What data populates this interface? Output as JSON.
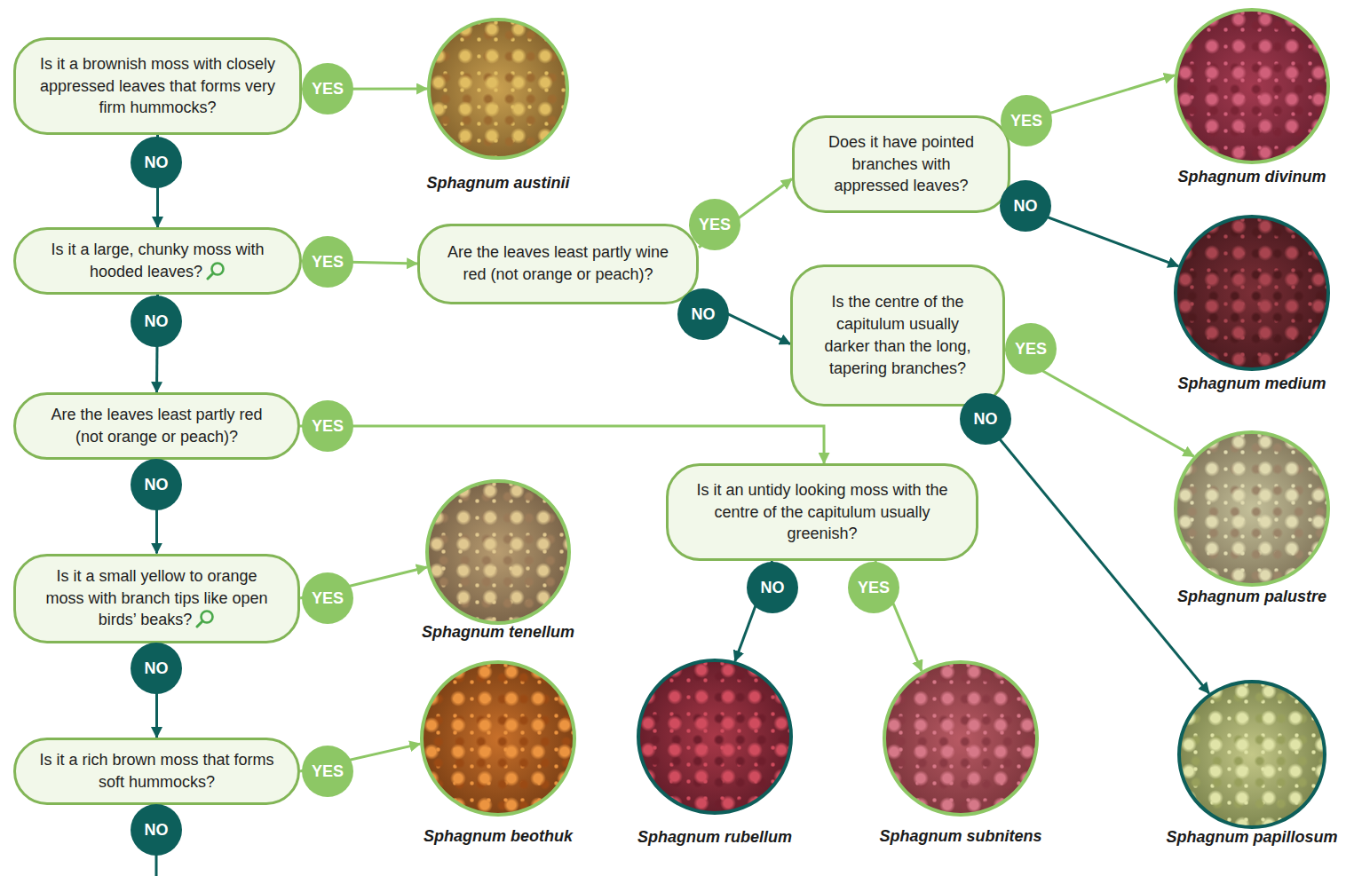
{
  "diagram": {
    "nodes": [
      {
        "text": [
          "Is it a brownish moss with closely appressed leaves that forms very firm hummocks?"
        ]
      },
      {
        "text": [
          "Sphagnum austinii"
        ]
      },
      {
        "text": [
          "Is it a large, chunky moss with hooded leaves?"
        ]
      },
      {
        "text": [
          "Are the leaves least partly wine red (not orange or peach)?"
        ]
      },
      {
        "text": [
          "Does it have pointed branches with appressed leaves?"
        ]
      },
      {
        "text": [
          "Sphagnum divinum"
        ]
      },
      {
        "text": [
          "Sphagnum medium"
        ]
      },
      {
        "text": [
          "Is the centre of the capitulum usually darker than the long, tapering branches?"
        ]
      },
      {
        "text": [
          "Sphagnum palustre"
        ]
      },
      {
        "text": [
          "Are the leaves least partly red (not orange or peach)?"
        ]
      },
      {
        "text": [
          "Is it an untidy looking moss with the centre of the capitulum usually greenish?"
        ]
      },
      {
        "text": [
          "Sphagnum rubellum"
        ]
      },
      {
        "text": [
          "Sphagnum subnitens"
        ]
      },
      {
        "text": [
          "Sphagnum papillosum"
        ]
      },
      {
        "text": [
          "Is it a small yellow to orange moss with branch tips like open birds’ beaks?"
        ]
      },
      {
        "text": [
          "Sphagnum tenellum"
        ]
      },
      {
        "text": [
          "Is it a rich brown moss that forms soft hummocks?"
        ]
      },
      {
        "text": [
          "Sphagnum beothuk"
        ]
      }
    ],
    "edges": [
      {
        "from": 0,
        "to": 1,
        "label": "YES",
        "arrow": "to"
      },
      {
        "from": 0,
        "to": 2,
        "label": "NO",
        "arrow": "to"
      },
      {
        "from": 2,
        "to": 3,
        "label": "YES",
        "arrow": "to"
      },
      {
        "from": 3,
        "to": 4,
        "label": "YES",
        "arrow": "to"
      },
      {
        "from": 4,
        "to": 5,
        "label": "YES",
        "arrow": "to"
      },
      {
        "from": 4,
        "to": 6,
        "label": "NO",
        "arrow": "to"
      },
      {
        "from": 3,
        "to": 7,
        "label": "NO",
        "arrow": "to"
      },
      {
        "from": 7,
        "to": 8,
        "label": "YES",
        "arrow": "to"
      },
      {
        "from": 7,
        "to": 13,
        "label": "NO",
        "arrow": "to"
      },
      {
        "from": 2,
        "to": 9,
        "label": "NO",
        "arrow": "to"
      },
      {
        "from": 9,
        "to": 10,
        "label": "YES",
        "arrow": "to"
      },
      {
        "from": 10,
        "to": 11,
        "label": "NO",
        "arrow": "to"
      },
      {
        "from": 10,
        "to": 12,
        "label": "YES",
        "arrow": "to"
      },
      {
        "from": 9,
        "to": 14,
        "label": "NO",
        "arrow": "to"
      },
      {
        "from": 14,
        "to": 15,
        "label": "YES",
        "arrow": "to"
      },
      {
        "from": 14,
        "to": 16,
        "label": "NO",
        "arrow": "to"
      },
      {
        "from": 16,
        "to": 17,
        "label": "YES",
        "arrow": "to"
      }
    ],
    "labels": [
      "NO"
    ]
  }
}
